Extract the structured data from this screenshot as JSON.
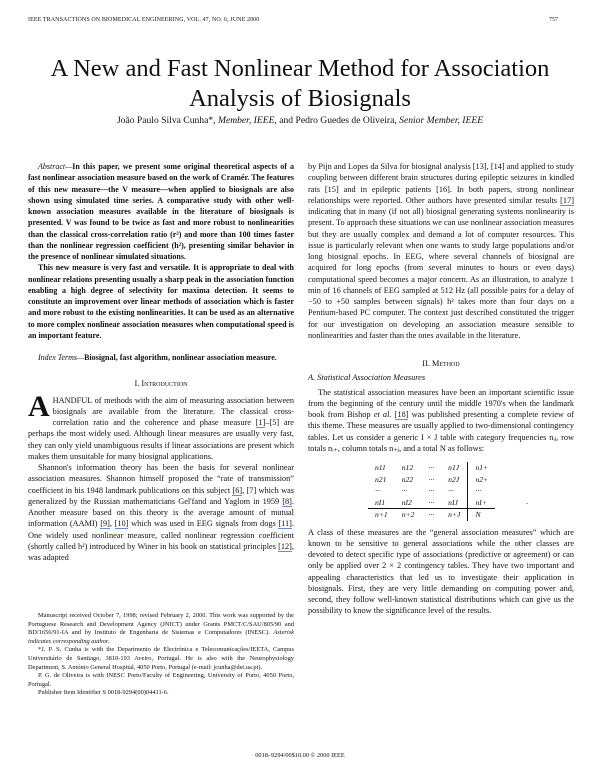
{
  "header": {
    "running_head": "IEEE TRANSACTIONS ON BIOMEDICAL ENGINEERING, VOL. 47, NO. 6, JUNE 2000",
    "page_number": "757"
  },
  "title_line1": "A New and Fast Nonlinear Method for Association",
  "title_line2": "Analysis of Biosignals",
  "authors": {
    "a1": "João Paulo Silva Cunha*,",
    "a1_role": "Member, IEEE,",
    "and": "and Pedro Guedes de Oliveira,",
    "a2_role": "Senior Member, IEEE"
  },
  "abstract": {
    "label": "Abstract—",
    "p1": "In this paper, we present some original theoretical aspects of a fast nonlinear association measure based on the work of Cramér. The features of this new measure—the V measure—when applied to biosignals are also shown using simulated time series. A comparative study with other well-known association measures available in the literature of biosignals is presented. V was found to be twice as fast and more robust to nonlinearities than the classical cross-correlation ratio (r²) and more than 100 times faster than the nonlinear regression coefficient (h²), presenting similar behavior in the presence of nonlinear simulated situations.",
    "p2": "This new measure is very fast and versatile. It is appropriate to deal with nonlinear relations presenting usually a sharp peak in the association function enabling a high degree of selectivity for maxima detection. It seems to constitute an improvement over linear methods of association which is faster and more robust to the existing nonlinearities. It can be used as an alternative to more complex nonlinear association measures when computational speed is an important feature."
  },
  "index_terms": {
    "label": "Index Terms—",
    "text": "Biosignal, fast algorithm, nonlinear association measure."
  },
  "intro": {
    "heading_num": "I.",
    "heading": "Introduction",
    "dropcap": "A",
    "p1": [
      {
        "t": "HANDFUL of methods with the aim of measuring association between biosignals are available from the literature. The classical cross-correlation ratio and the coherence and phase measure "
      },
      {
        "t": "[1]",
        "link": true
      },
      {
        "t": "–[5] are perhaps the most widely used. Although linear measures are usually very fast, they can only yield unambiguous results if linear associations are present which makes them unsuitable for many biosignal applications."
      }
    ],
    "p2": [
      {
        "t": "Shannon's information theory has been the basis for several nonlinear association measures. Shannon himself proposed the “rate of transmission” coefficient in his 1948 landmark publications on this subject "
      },
      {
        "t": "[6]",
        "link": true
      },
      {
        "t": ", [7] which was generalized by the Russian mathematicians Gel'fand and Yaglom in 1959 "
      },
      {
        "t": "[8]",
        "link": true
      },
      {
        "t": ". Another measure based on this theory is the average amount of mutual information (AAMI) "
      },
      {
        "t": "[9]",
        "link": true
      },
      {
        "t": ", "
      },
      {
        "t": "[10]",
        "link": true
      },
      {
        "t": " which was used in EEG signals from dogs "
      },
      {
        "t": "[11]",
        "link": true
      },
      {
        "t": ". One widely used nonlinear measure, called nonlinear regression coefficient (shortly called h²) introduced by Winer in his book on statistical principles "
      },
      {
        "t": "[12]",
        "link": true
      },
      {
        "t": ", was adapted"
      }
    ]
  },
  "footnotes": {
    "f1": "Manuscript received October 7, 1998; revised February 2, 2000. This work was supported by the Portuguese Research and Development Agency (JNICT) under Grants PMCT/C/SAU/805/90 and BD/1656/91-IA and by Instituto de Engenharia de Sistemas e Computadores (INESC). ",
    "f1_italic": "Asterisk indicates corresponding author.",
    "f2": "*J. P. S. Cunha is with the Departmento de Electrónica e Telecomunicações/IEETA, Campus Universitário de Santiago, 3810-193 Aveiro, Portugal. He is also with the Neurophysiology Department, S. António General Hospital, 4050 Porto, Portugal (e-mail: jcunha@det.ua.pt).",
    "f3": "P. G. de Oliveira is with INESC Porto/Faculty of Engineering, University of Porto, 4050 Porto, Portugal.",
    "f4": "Publisher Item Identifier S 0018-9294(00)04411-6."
  },
  "right": {
    "p1": [
      {
        "t": "by Pijn and Lopes da Silva for biosignal analysis [13], [14] and applied to study coupling between different brain structures during epileptic seizures in kindled rats [15] and in epileptic patients [16]. In both papers, strong nonlinear relationships were reported. Other authors have presented similar results "
      },
      {
        "t": "[17]",
        "link": true
      },
      {
        "t": " indicating that in many (if not all) biosignal generating systems nonlinearity is present. To approach these situations we can use nonlinear association measures but they are usually complex and demand a lot of computer resources. This issue is particularly relevant when one wants to study large populations and/or long biosignal epochs. In EEG, where several channels of biosignal are acquired for long epochs (from several minutes to hours or even days) computational speed becomes a major concern. As an illustration, to analyze 1 min of 16 channels of EEG sampled at 512 Hz (all possible pairs for a delay of −50 to +50 samples between signals) h² takes more than four days on a Pentium-based PC computer. The context just described constituted the trigger for our investigation on developing an association measure sensible to nonlinearities and faster than the ones available in the literature."
      }
    ],
    "method_num": "II.",
    "method_heading": "Method",
    "sub_heading": "A. Statistical Association Measures",
    "p2": [
      {
        "t": "The statistical association measures have been an important scientific issue from the beginning of the century until the middle 1970's when the landmark book from Bishop "
      },
      {
        "t": "et al.",
        "italic": true
      },
      {
        "t": " "
      },
      {
        "t": "[18]",
        "link": true
      },
      {
        "t": " was published presenting a complete review of this theme. These measures are usually applied to two-dimensional contingency tables. Let us consider a generic I × J table with category frequencies nᵢⱼ, row totals nᵢ₊, column totals n₊ⱼ, and a total N as follows:"
      }
    ],
    "table": [
      [
        "n11",
        "n12",
        "···",
        "n1J",
        "n1+"
      ],
      [
        "n21",
        "n22",
        "···",
        "n2J",
        "n2+"
      ],
      [
        "···",
        "···",
        "···",
        "···",
        "···"
      ],
      [
        "nI1",
        "nI2",
        "···",
        "nIJ",
        "nI+"
      ],
      [
        "n+1",
        "n+2",
        "···",
        "n+J",
        "N"
      ]
    ],
    "table_trailing": ".",
    "p3": [
      {
        "t": "A class of these measures are the “general association measures” which are known to be sensitive to general associations while the other classes are devoted to detect specific type of associations (predictive or agreement) or can only be applied over 2 × 2 contingency tables. They have two important and appealing characteristics that led us to investigate their application in biosignals. First, they are very little demanding on computing power and, second, they follow well-known statistical distributions which can give us the possibility to know the significance level of the results."
      }
    ]
  },
  "footer": "0018–9294/00$10.00 © 2000 IEEE"
}
